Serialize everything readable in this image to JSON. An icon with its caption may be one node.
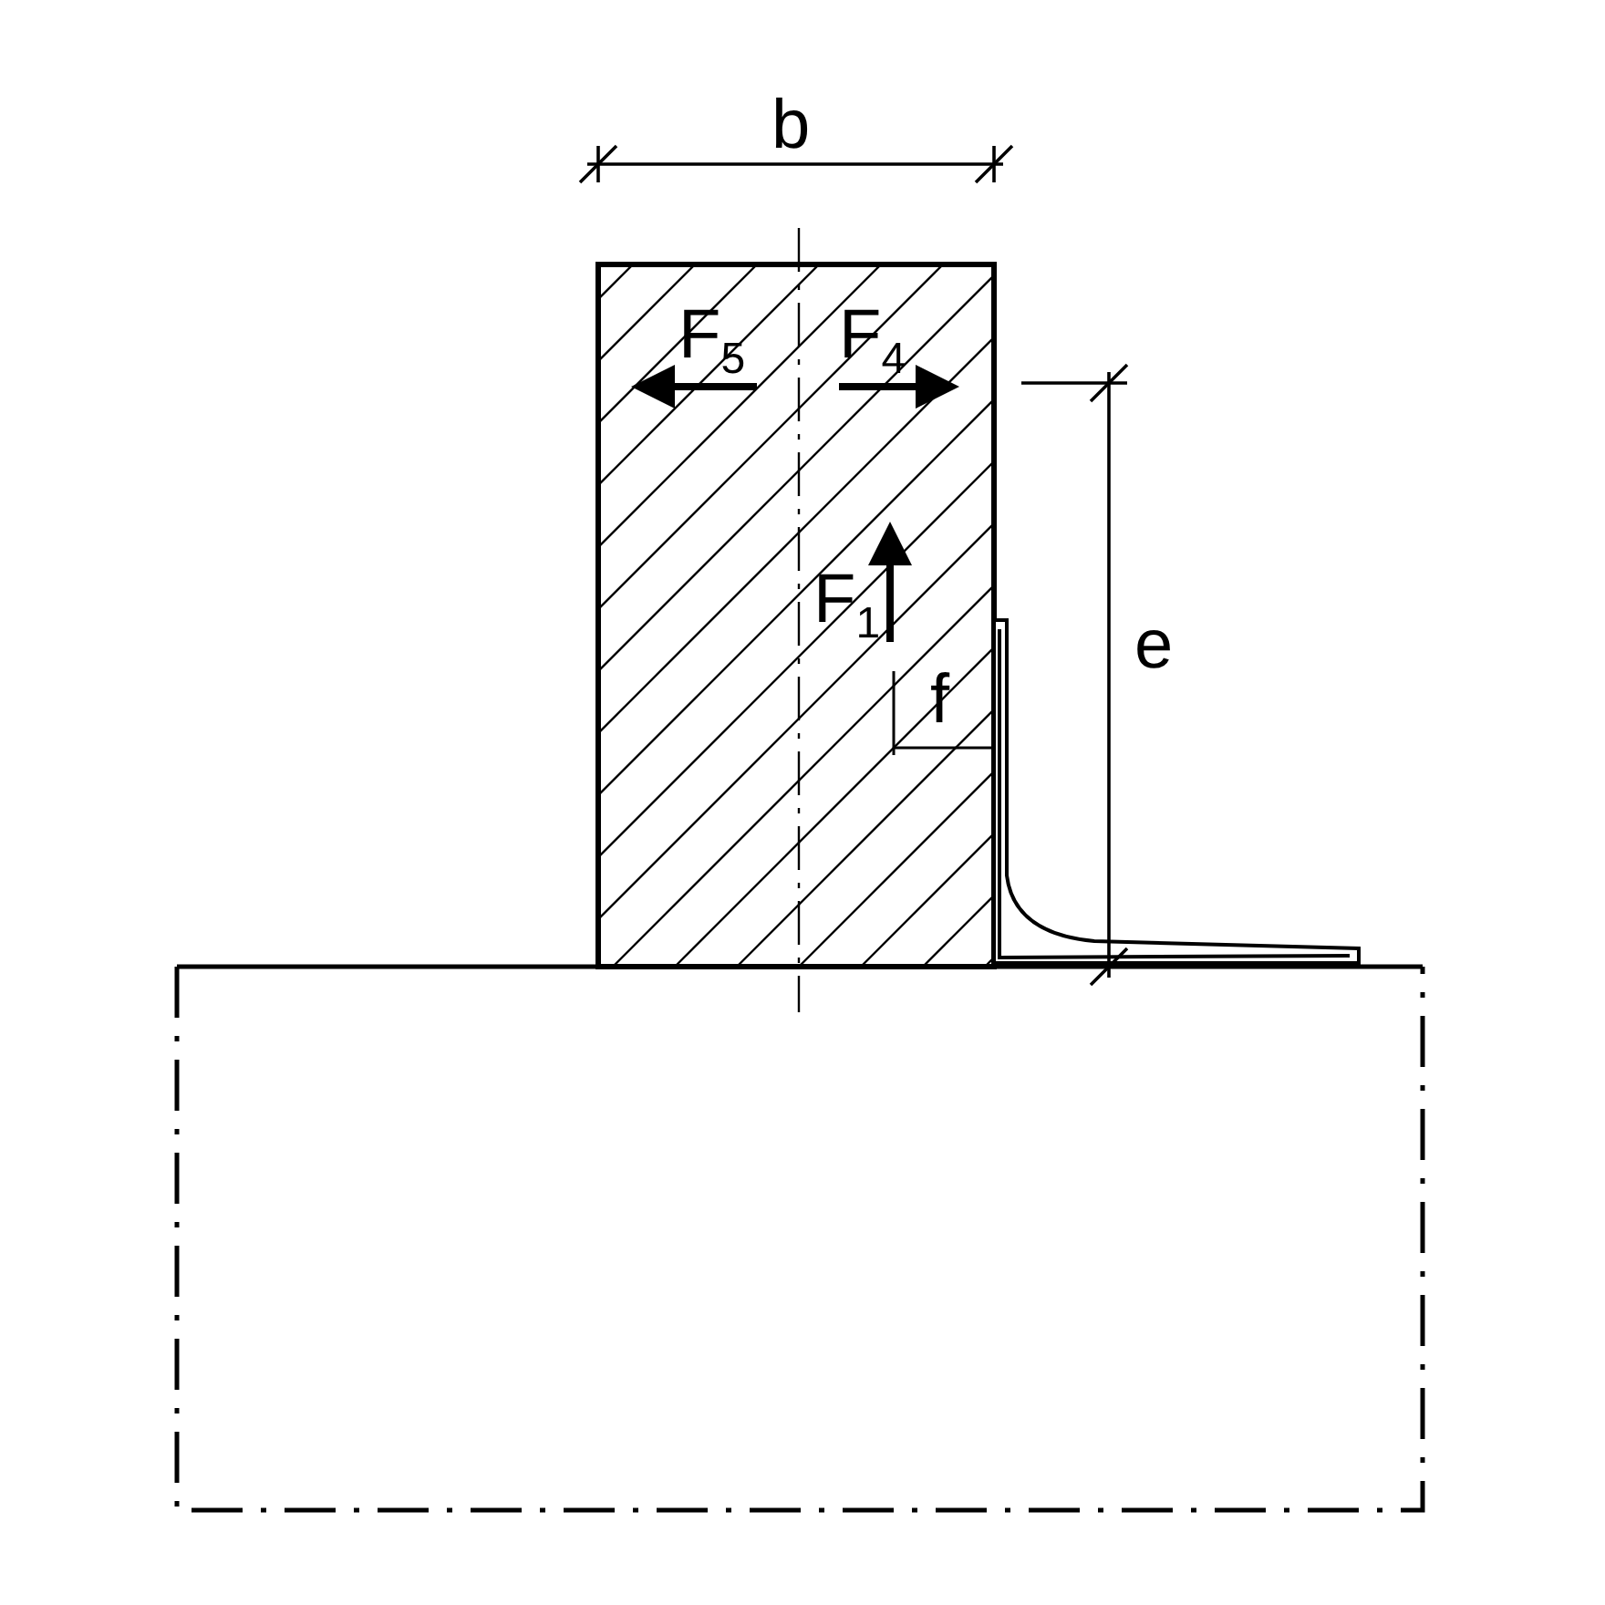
{
  "diagram": {
    "labels": [
      "b",
      "F$_{5}$",
      "F$_{4}$",
      "F$_{1}$",
      "e",
      "f"
    ]
  }
}
